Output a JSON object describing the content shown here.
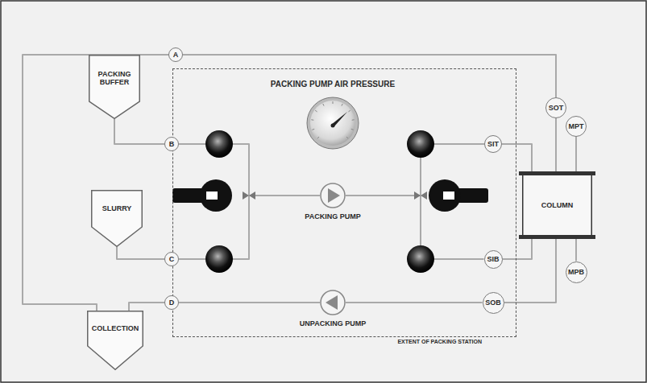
{
  "diagram": {
    "nodes": [
      {
        "text": [
          "EXTENT OF PACKING STATION"
        ]
      },
      {
        "text": [
          "PACKING BUFFER"
        ]
      },
      {
        "text": [
          "SLURRY"
        ]
      },
      {
        "text": [
          "COLLECTION"
        ]
      },
      {
        "text": [
          "A"
        ]
      },
      {
        "text": [
          "B"
        ],
        "in": 0
      },
      {
        "text": [
          "C"
        ],
        "in": 0
      },
      {
        "text": [
          "D"
        ],
        "in": 0
      },
      {
        "text": [
          "PACKING PUMP AIR PRESSURE"
        ],
        "in": 0
      },
      {
        "text": [
          "PACKING PUMP"
        ],
        "in": 0
      },
      {
        "text": [
          "UNPACKING PUMP"
        ],
        "in": 0
      },
      {
        "text": [
          "SIT"
        ],
        "in": 0
      },
      {
        "text": [
          "SIB"
        ],
        "in": 0
      },
      {
        "text": [
          "SOB"
        ],
        "in": 0
      },
      {
        "text": [
          "SOT"
        ]
      },
      {
        "text": [
          "MPT"
        ]
      },
      {
        "text": [
          "COLUMN"
        ]
      },
      {
        "text": [
          "MPB"
        ]
      }
    ],
    "edges": [
      {
        "from": 1,
        "to": 5,
        "arrow": "none"
      },
      {
        "from": 2,
        "to": 6,
        "arrow": "none"
      },
      {
        "from": 5,
        "to": 9,
        "arrow": "none"
      },
      {
        "from": 6,
        "to": 9,
        "arrow": "none"
      },
      {
        "from": 9,
        "to": 11,
        "arrow": "none"
      },
      {
        "from": 9,
        "to": 12,
        "arrow": "none"
      },
      {
        "from": 11,
        "to": 16,
        "arrow": "none"
      },
      {
        "from": 12,
        "to": 16,
        "arrow": "none"
      },
      {
        "from": 16,
        "to": 14,
        "arrow": "none"
      },
      {
        "from": 14,
        "to": 4,
        "arrow": "none"
      },
      {
        "from": 4,
        "to": 3,
        "arrow": "none"
      },
      {
        "from": 16,
        "to": 13,
        "arrow": "none"
      },
      {
        "from": 13,
        "to": 10,
        "arrow": "none"
      },
      {
        "from": 10,
        "to": 7,
        "arrow": "none"
      },
      {
        "from": 7,
        "to": 3,
        "arrow": "none"
      },
      {
        "from": 15,
        "to": 16,
        "arrow": "none"
      },
      {
        "from": 17,
        "to": 16,
        "arrow": "none"
      }
    ]
  }
}
